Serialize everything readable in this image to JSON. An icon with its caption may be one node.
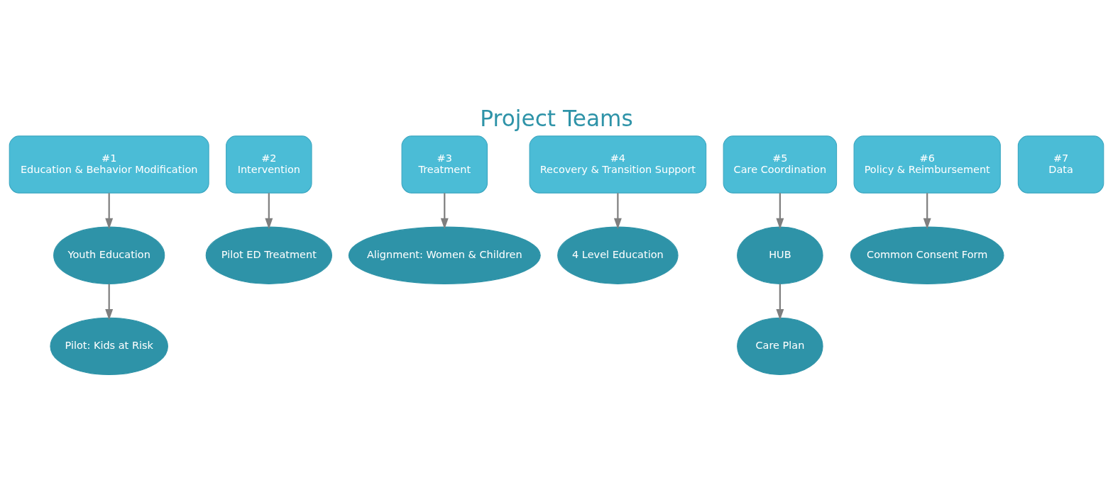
{
  "diagram": {
    "title": "Project Teams",
    "nodes": [
      {
        "text": [
          "#1",
          "Education & Behavior Modification"
        ]
      },
      {
        "text": [
          "#2",
          "Intervention"
        ]
      },
      {
        "text": [
          "#3",
          "Treatment"
        ]
      },
      {
        "text": [
          "#4",
          "Recovery & Transition Support"
        ]
      },
      {
        "text": [
          "#5",
          "Care Coordination"
        ]
      },
      {
        "text": [
          "#6",
          "Policy & Reimbursement"
        ]
      },
      {
        "text": [
          "#7",
          "Data"
        ]
      },
      {
        "text": [
          "Youth Education"
        ]
      },
      {
        "text": [
          "Pilot ED Treatment"
        ]
      },
      {
        "text": [
          "Alignment: Women & Children"
        ]
      },
      {
        "text": [
          "4 Level Education"
        ]
      },
      {
        "text": [
          "HUB"
        ]
      },
      {
        "text": [
          "Common Consent Form"
        ]
      },
      {
        "text": [
          "Pilot: Kids at Risk"
        ]
      },
      {
        "text": [
          "Care Plan"
        ]
      }
    ],
    "edges": [
      {
        "from": 0,
        "to": 7,
        "arrow": "to"
      },
      {
        "from": 1,
        "to": 8,
        "arrow": "to"
      },
      {
        "from": 2,
        "to": 9,
        "arrow": "to"
      },
      {
        "from": 3,
        "to": 10,
        "arrow": "to"
      },
      {
        "from": 4,
        "to": 11,
        "arrow": "to"
      },
      {
        "from": 5,
        "to": 12,
        "arrow": "to"
      },
      {
        "from": 7,
        "to": 13,
        "arrow": "to"
      },
      {
        "from": 11,
        "to": 14,
        "arrow": "to"
      }
    ]
  }
}
